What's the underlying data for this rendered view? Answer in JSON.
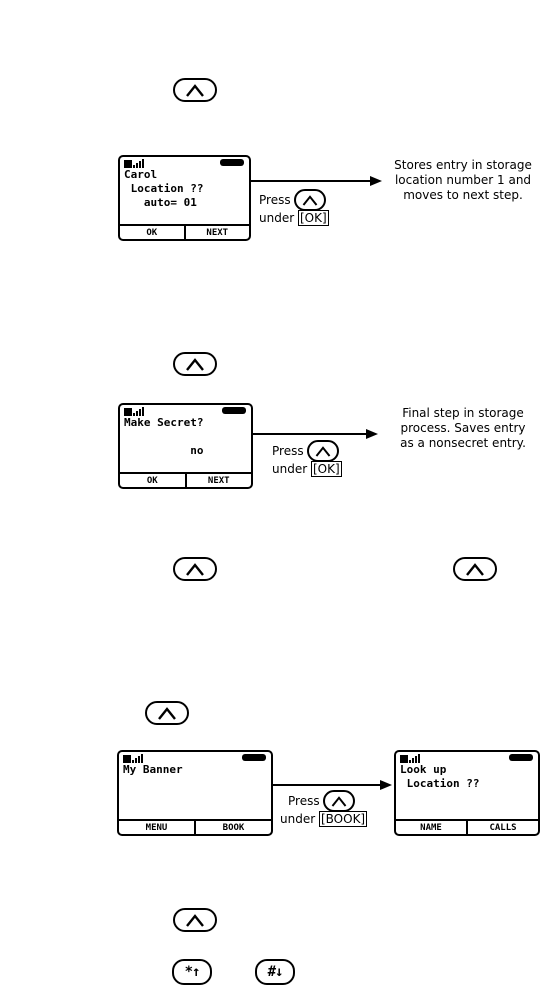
{
  "icons": {
    "up_key": "up-arrow-key-icon",
    "signal": "signal-strength-icon",
    "battery": "battery-icon"
  },
  "keys": {
    "star_up": "*↑",
    "hash_down": "#↓"
  },
  "panel1": {
    "screen": {
      "line1": "Carol",
      "line2": " Location ??",
      "line3": "   auto= 01",
      "soft_left": "OK",
      "soft_right": "NEXT"
    },
    "press_word": "Press",
    "under_prefix": "under ",
    "under_key": "[OK]",
    "note": [
      "Stores entry in storage",
      "location number 1 and",
      "moves to next step."
    ]
  },
  "panel2": {
    "screen": {
      "line1": "Make Secret?",
      "line2": "",
      "line3": "          no",
      "soft_left": "OK",
      "soft_right": "NEXT"
    },
    "press_word": "Press",
    "under_prefix": "under ",
    "under_key": "[OK]",
    "note": [
      "Final step in storage",
      "process. Saves entry",
      "as a nonsecret entry."
    ]
  },
  "panel3": {
    "screen_left": {
      "line1": "My Banner",
      "soft_left": "MENU",
      "soft_right": "BOOK"
    },
    "press_word": "Press",
    "under_prefix": "under ",
    "under_key": "[BOOK]",
    "screen_right": {
      "line1": "Look up",
      "line2": " Location ??",
      "soft_left": "NAME",
      "soft_right": "CALLS"
    }
  }
}
